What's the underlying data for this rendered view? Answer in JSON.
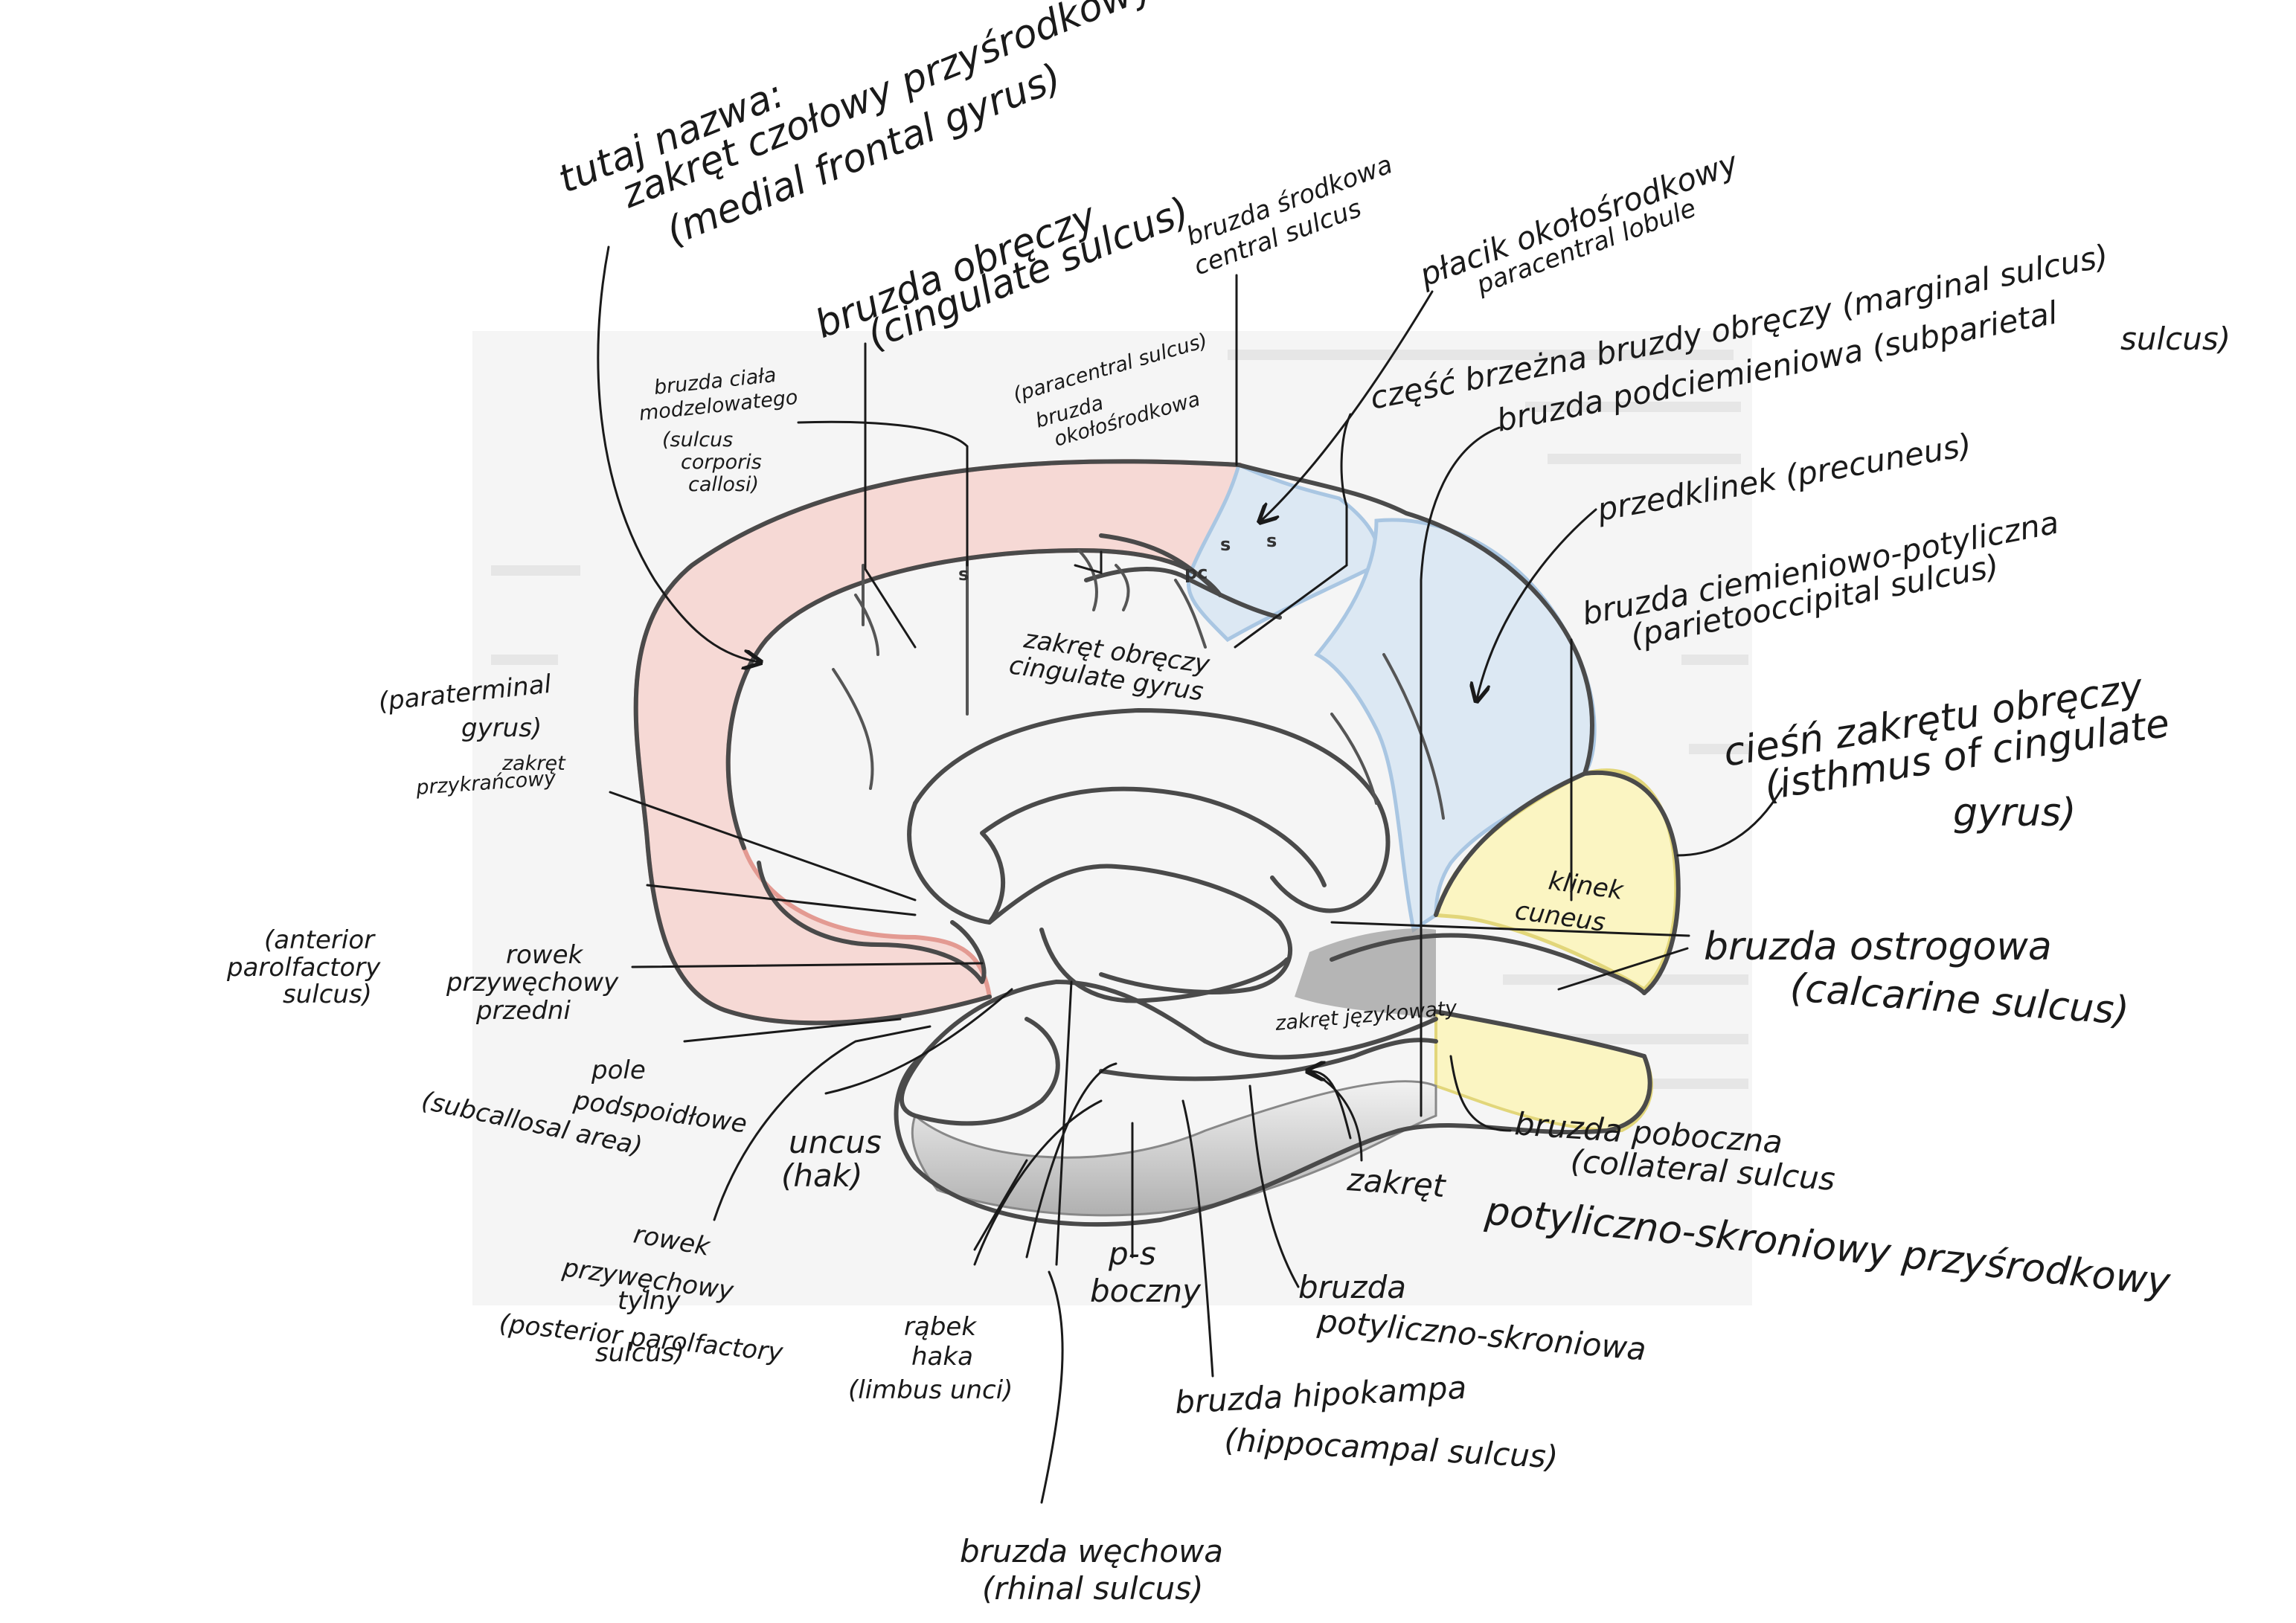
{
  "labels": {
    "medial_frontal": [
      "tutaj nazwa:",
      "zakręt czołowy przyśrodkowy",
      "(medial frontal gyrus)"
    ],
    "cingulate_sulcus": [
      "bruzda obręczy",
      "(cingulate sulcus)"
    ],
    "central_sulcus": [
      "bruzda środkowa",
      "central sulcus"
    ],
    "paracentral_lobule": [
      "płacik okołośrodkowy",
      "paracentral lobule"
    ],
    "marginal": [
      "część brzeżna bruzdy obręczy (marginal sulcus)"
    ],
    "subparietal": [
      "bruzda podciemieniowa (subparietal",
      "sulcus)"
    ],
    "paracentral_sulcus": [
      "(paracentral sulcus)",
      "bruzda",
      "okołośrodkowa"
    ],
    "sulcus_corporis": [
      "bruzda ciała",
      "modzelowatego",
      "(sulcus",
      "corporis",
      "callosi)"
    ],
    "precuneus": [
      "przedklinek (precuneus)"
    ],
    "parietooccipital": [
      "bruzda ciemieniowo-potyliczna",
      "(parietooccipital sulcus)"
    ],
    "cingulate_gyrus": [
      "zakręt obręczy",
      "cingulate gyrus"
    ],
    "paraterminal": [
      "(paraterminal",
      "gyrus)",
      "zakręt",
      "przykrańcowy"
    ],
    "isthmus": [
      "cieśń zakrętu obręczy",
      "(isthmus of cingulate",
      "gyrus)"
    ],
    "cuneus": [
      "klinek",
      "cuneus"
    ],
    "calcarine": [
      "bruzda ostrogowa",
      "(calcarine sulcus)"
    ],
    "anterior_parolfactory": [
      "(anterior",
      "parolfactory",
      "sulcus)"
    ],
    "rowek_przedni": [
      "rowek",
      "przywęchowy",
      "przedni"
    ],
    "lingual": [
      "zakręt językowaty"
    ],
    "subcallosal": [
      "pole",
      "podspoidłowe",
      "(subcallosal area)"
    ],
    "uncus": [
      "uncus",
      "(hak)"
    ],
    "collateral": [
      "bruzda poboczna",
      "(collateral sulcus"
    ],
    "occipitotemporal_gyrus": [
      "zakręt",
      "potyliczno-skroniowy przyśrodkowy"
    ],
    "posterior_parolfactory": [
      "rowek",
      "przywęchowy",
      "tylny",
      "(posterior parolfactory",
      "sulcus)"
    ],
    "limbus": [
      "rąbek",
      "haka",
      "(limbus unci)"
    ],
    "ps_boczny": [
      "p-s",
      "boczny"
    ],
    "occipitotemporal_sulcus": [
      "bruzda",
      "potyliczno-skroniowa"
    ],
    "hippocampal": [
      "bruzda hipokampa",
      "(hippocampal sulcus)"
    ],
    "rhinal": [
      "bruzda węchowa",
      "(rhinal sulcus)"
    ]
  },
  "abbreviations": [
    "s",
    "s",
    "pc",
    "s"
  ],
  "colors": {
    "frontal_fill": "#f6d9d5",
    "frontal_stroke": "#e39a92",
    "parietal_fill": "#dce8f3",
    "parietal_stroke": "#a9c6e2",
    "occipital_fill": "#fbf5c2",
    "temporal_shade": "#c9c9c9",
    "print_bg": "#ededed"
  }
}
